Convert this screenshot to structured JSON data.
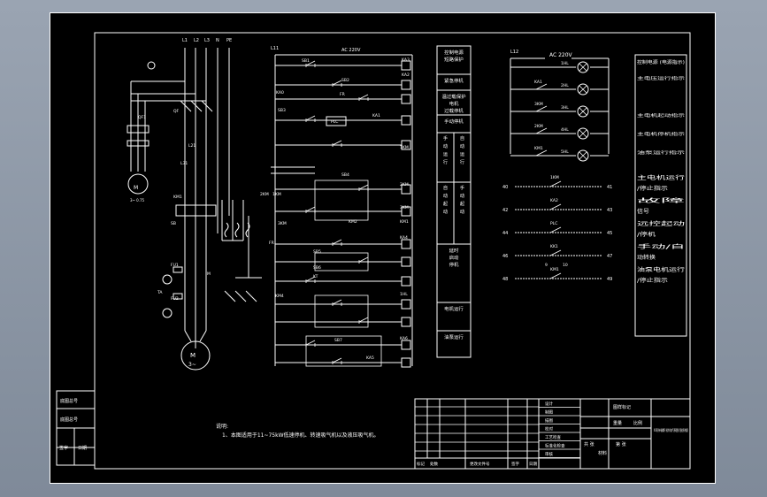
{
  "supply": {
    "phases": [
      "L1",
      "L2",
      "L3",
      "N",
      "PE"
    ],
    "left_label": "L11",
    "ac_label": "AC 220V",
    "right_label": "L12",
    "right_ac_label": "AC 220V"
  },
  "power_circuit": {
    "labels": [
      "QF",
      "QF1",
      "L21",
      "L31",
      "KM1",
      "SB",
      "2KM",
      "1KM",
      "3KM",
      "FR",
      "M",
      "FU1",
      "FU2",
      "KM4",
      "TA"
    ],
    "motor_small": "M",
    "motor_small_sub": "3~ 0.75",
    "motor_main": "M",
    "motor_main_sub": "3~"
  },
  "control_circuit": {
    "labels": [
      "SB1",
      "SB2",
      "KA0",
      "FR",
      "SB3",
      "PLC",
      "KA1",
      "KA2",
      "KA3",
      "1KM",
      "2KM",
      "3KM",
      "KM1",
      "SB4",
      "KT",
      "KA4",
      "1HL",
      "KM2",
      "SB5",
      "SB6",
      "SB7",
      "KA5",
      "KA6"
    ]
  },
  "function_boxes": [
    "控制电源 短路保护",
    "紧急停机",
    "温过载保护 电机 过载停机",
    "手动停机",
    "手动运行",
    "自动运行",
    "自动起动",
    "手动起动",
    "延时 启动 停机",
    "电机运行",
    "油泵运行"
  ],
  "indicator_circuit": {
    "title": "控制电源 (电源指示)",
    "rows": [
      {
        "relay": "",
        "lamp": "1HL",
        "desc": "主电压运行指示"
      },
      {
        "relay": "KA1",
        "lamp": "2HL",
        "desc": ""
      },
      {
        "relay": "3KM",
        "lamp": "3HL",
        "desc": "主电机起动指示"
      },
      {
        "relay": "2KM",
        "lamp": "4HL",
        "desc": "主电机停机指示"
      },
      {
        "relay": "KM1",
        "lamp": "5HL",
        "desc": "油泵运行指示"
      }
    ]
  },
  "terminals": {
    "rows": [
      {
        "left": "40",
        "right": "41",
        "contact": "1KM",
        "desc": "主电机运行/停止指示"
      },
      {
        "left": "42",
        "right": "43",
        "contact": "KA2",
        "desc": "故障信号"
      },
      {
        "left": "44",
        "right": "45",
        "contact": "PLC",
        "desc": "远控起动/停机"
      },
      {
        "left": "46",
        "right": "47",
        "contact": "KK1",
        "desc": "手动/自动转换"
      },
      {
        "left": "48",
        "right": "49",
        "contact": "KM1",
        "desc": "油泵电机运行/停止指示"
      }
    ],
    "extra_mid": [
      "9",
      "10"
    ]
  },
  "side_table": [
    "底图总号",
    "底图总号",
    "签字",
    "日期"
  ],
  "notes": {
    "heading": "说明:",
    "line1": "1、本图适用于11~75kW低速停机、转速吸气机以及液压吸气机。"
  },
  "title_block": {
    "rows_left": [
      "设计",
      "制图",
      "描图",
      "校对",
      "工艺检查",
      "标准化检查",
      "审核"
    ],
    "col_headers": [
      "图样标记",
      "重量",
      "比例"
    ],
    "sheet": [
      "共 张",
      "第 张"
    ],
    "material": "材料",
    "drawing_title": "XX系列单级螺杆 制冷机电气原理图 (智能系统版)",
    "bottom": [
      "标记",
      "处数",
      "更改文件号",
      "签字",
      "日期"
    ]
  },
  "colors": {
    "background": "#000000",
    "lines": "#ffffff",
    "frame_outer": "#8e98a6"
  }
}
